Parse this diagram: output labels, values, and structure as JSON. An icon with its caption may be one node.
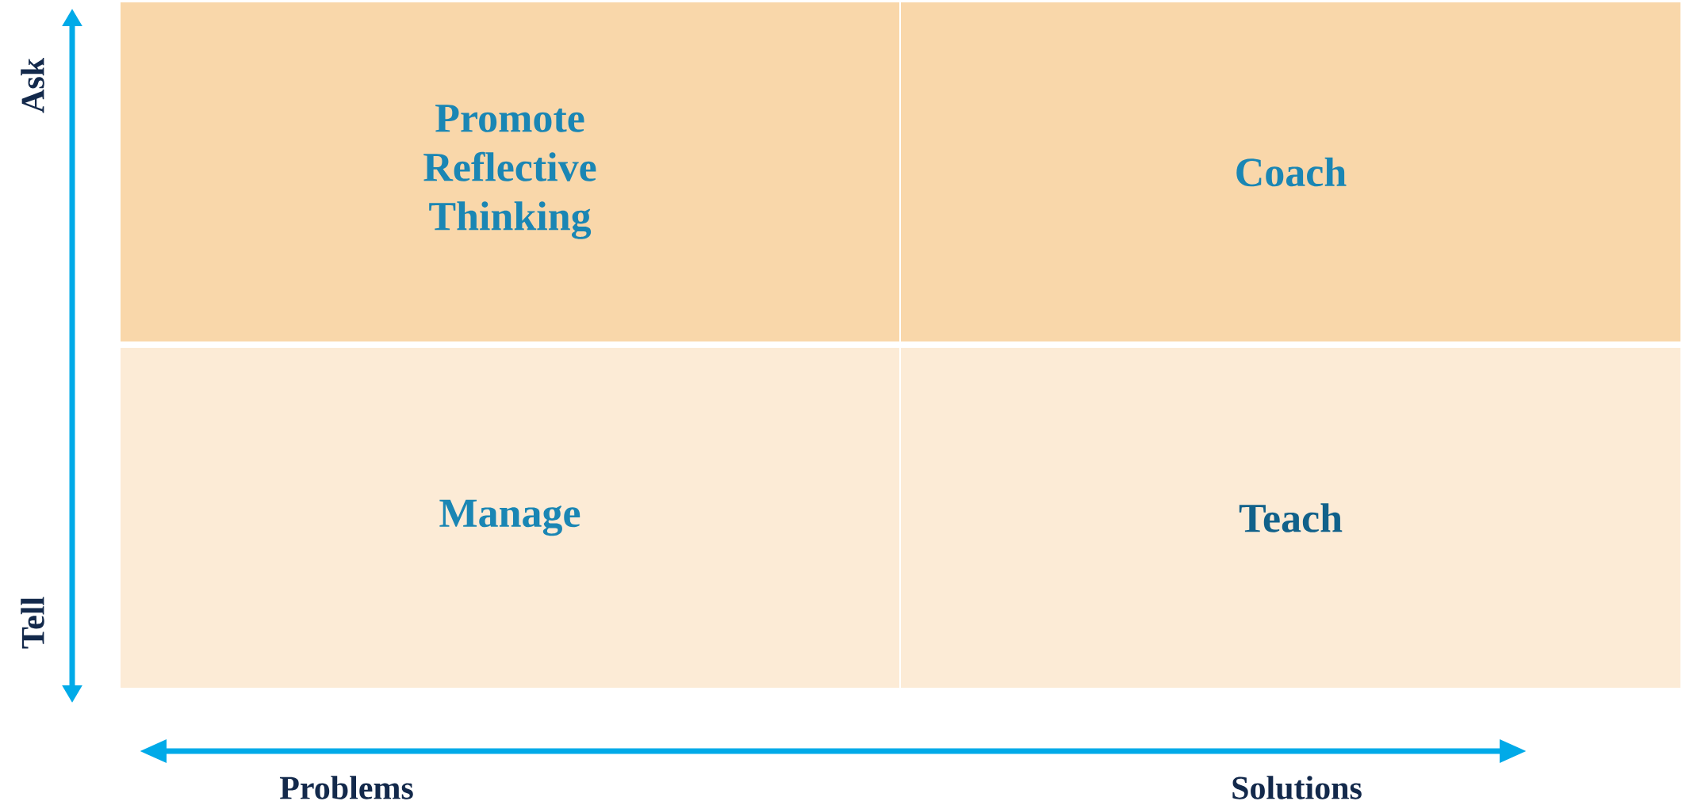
{
  "diagram": {
    "nodes": [
      {
        "text": [
          "Promote Reflective Thinking"
        ]
      },
      {
        "text": [
          "Coach"
        ]
      },
      {
        "text": [
          "Manage"
        ]
      },
      {
        "text": [
          "Teach"
        ]
      }
    ],
    "labels": [
      "Ask",
      "Tell",
      "Problems",
      "Solutions"
    ]
  }
}
